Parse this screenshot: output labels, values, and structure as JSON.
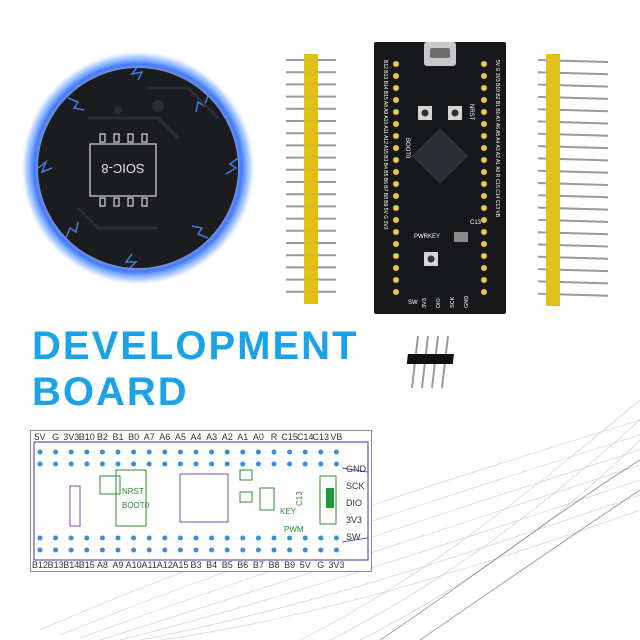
{
  "headline": {
    "line1": "DEVELOPMENT",
    "line2": "BOARD",
    "color": "#1aa3e8"
  },
  "chip_circle": {
    "chip_label": "SOIC-8"
  },
  "board": {
    "left_pins": "B12 B13 B14 B15 A8 A9 A10 A11 A12 A15 B3 B4 B5 B6 B7 B8 B9 5V G 3V3",
    "right_pins": "5V G 3V3 B10 B2 B1 B0 A7 A6 A5 A4 A3 A2 A1 A0 R C15 C14 C13 VB",
    "boot_label": "BOOT0",
    "nrst_label": "NRST",
    "key_label": "KEY",
    "pwr_label": "PWR",
    "c13_label": "C13",
    "sw_label": "SW",
    "bottom_labels": [
      "3V3",
      "DIO",
      "SCK",
      "GND"
    ]
  },
  "pcb": {
    "top_row": [
      "5V",
      "G",
      "3V3",
      "B10",
      "B2",
      "B1",
      "B0",
      "A7",
      "A6",
      "A5",
      "A4",
      "A3",
      "A2",
      "A1",
      "A0",
      "R",
      "C15",
      "C14",
      "C13",
      "VB"
    ],
    "bottom_row": [
      "B12",
      "B13",
      "B14",
      "B15",
      "A8",
      "A9",
      "A10",
      "A11",
      "A12",
      "A15",
      "B3",
      "B4",
      "B5",
      "B6",
      "B7",
      "B8",
      "B9",
      "5V",
      "G",
      "3V3"
    ],
    "side_labels": [
      "GND",
      "SCK",
      "DIO",
      "3V3",
      "SW"
    ],
    "nrst": "NRST",
    "boot0": "BOOT0",
    "key": "KEY",
    "pwm": "PWM",
    "c13": "C13"
  }
}
